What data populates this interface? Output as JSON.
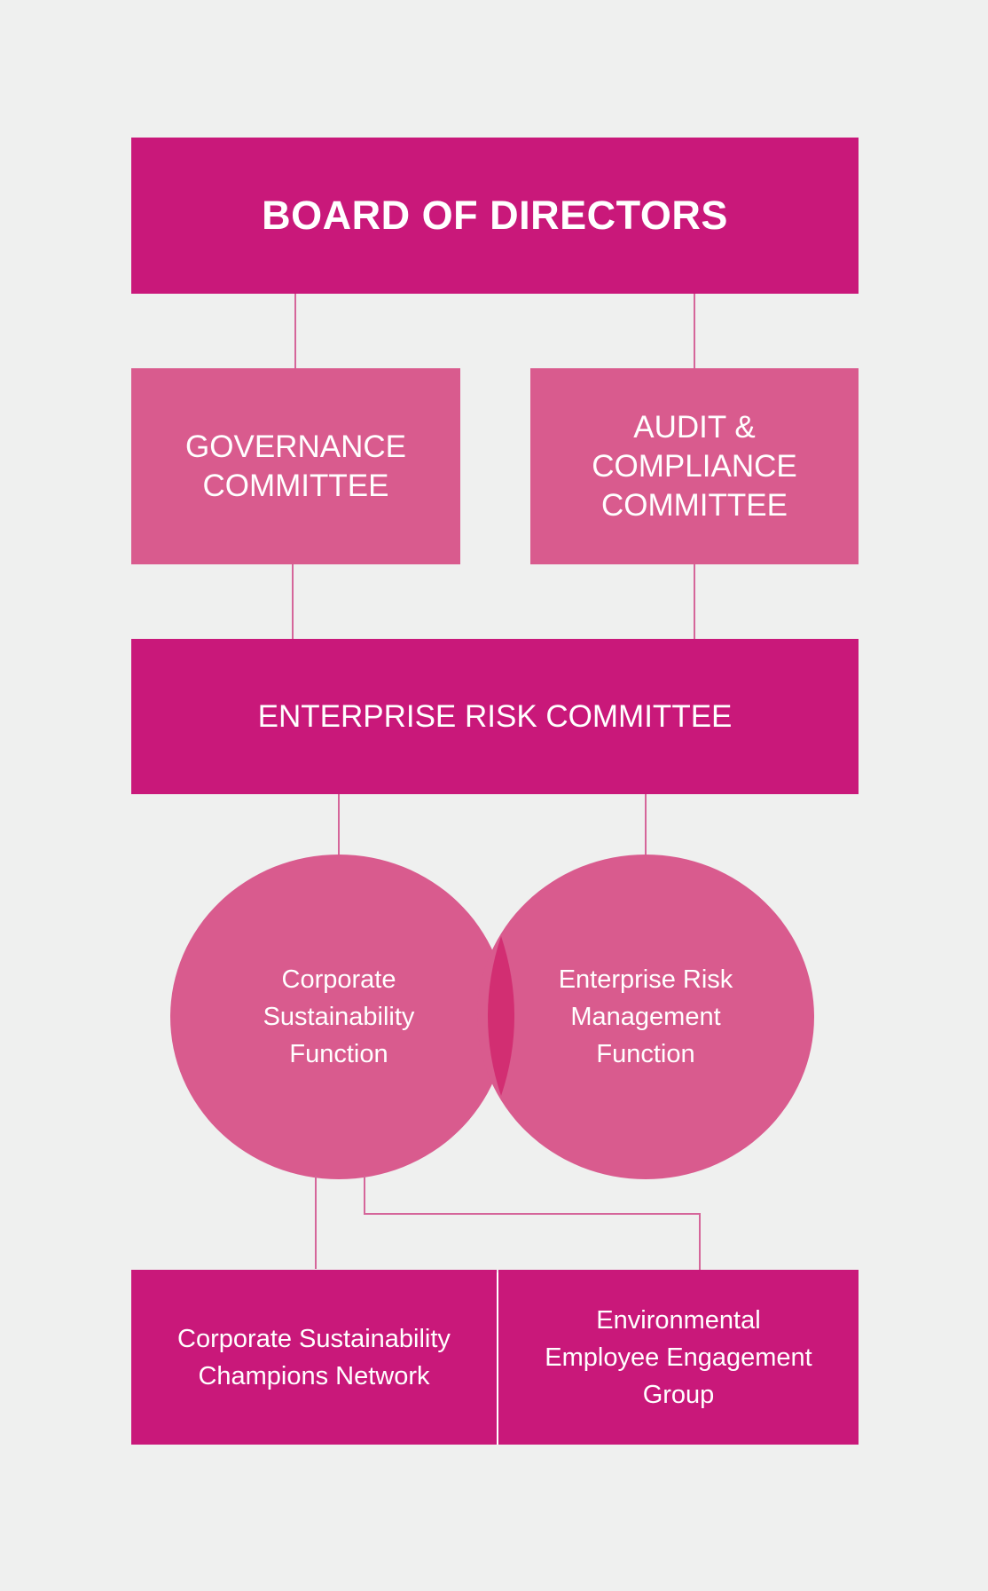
{
  "colors": {
    "background": "#eff0ef",
    "primary_magenta": "#c9187a",
    "light_magenta": "#d95b8e",
    "overlap": "#d22e72",
    "connector": "#d5669a"
  },
  "board": {
    "label": "BOARD OF DIRECTORS"
  },
  "committees": [
    {
      "label": "GOVERNANCE\nCOMMITTEE"
    },
    {
      "label": "AUDIT &\nCOMPLIANCE\nCOMMITTEE"
    }
  ],
  "enterprise_risk_committee": {
    "label": "ENTERPRISE RISK COMMITTEE"
  },
  "functions": [
    {
      "label": "Corporate\nSustainability\nFunction"
    },
    {
      "label": "Enterprise Risk\nManagement\nFunction"
    }
  ],
  "groups": [
    {
      "label": "Corporate Sustainability\nChampions Network"
    },
    {
      "label": "Environmental\nEmployee Engagement\nGroup"
    }
  ]
}
